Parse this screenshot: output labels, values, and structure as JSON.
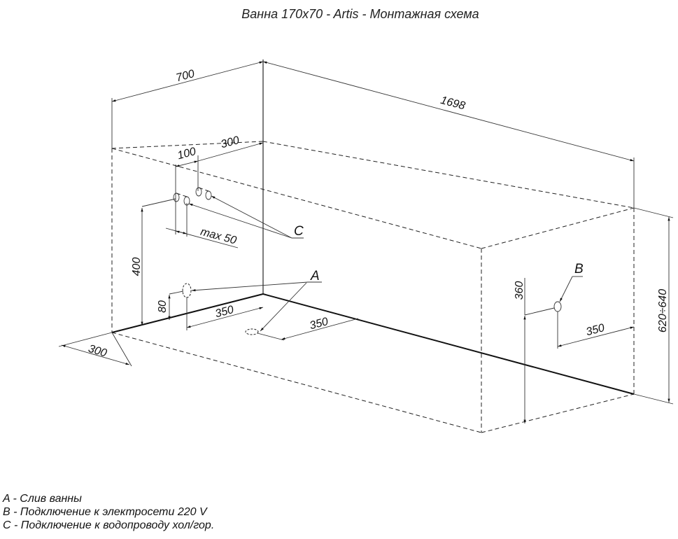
{
  "title": "Ванна 170x70 - Artis - Монтажная схема",
  "dimensions": {
    "width": "700",
    "length": "1698",
    "height": "620÷640",
    "floor_offset": "300",
    "pipe_spacing": "100",
    "pipe_offset": "300",
    "pipe_depth": "max  50",
    "pipe_height": "400",
    "drain_height": "80",
    "drain_offset_wall": "350",
    "drain_offset_floor": "350",
    "power_height": "360",
    "power_offset": "350"
  },
  "markers": {
    "a": "A",
    "b": "B",
    "c": "C"
  },
  "legend": [
    "A - Слив ванны",
    "B - Подключение к электросети 220 V",
    "C - Подключение к водопроводу хол/гор."
  ]
}
